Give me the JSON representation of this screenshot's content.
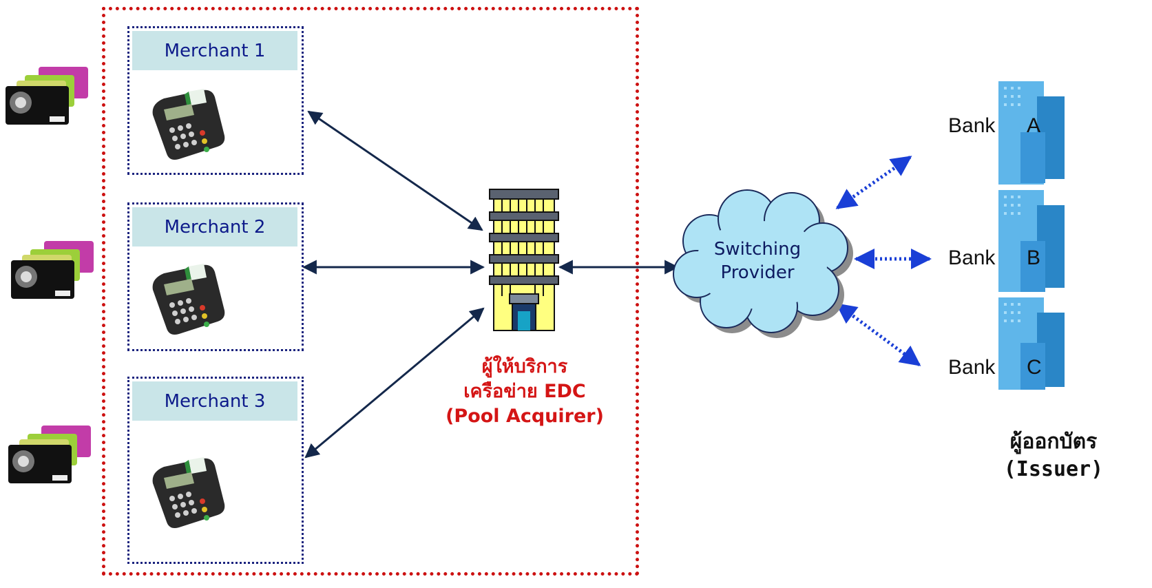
{
  "merchants": [
    {
      "label": "Merchant 1"
    },
    {
      "label": "Merchant 2"
    },
    {
      "label": "Merchant 3"
    }
  ],
  "acquirer": {
    "line1": "ผู้ให้บริการ",
    "line2": "เครือข่าย EDC",
    "line3": "(Pool Acquirer)"
  },
  "switching": {
    "line1": "Switching",
    "line2": "Provider"
  },
  "banks": [
    {
      "word": "Bank",
      "letter": "A"
    },
    {
      "word": "Bank",
      "letter": "B"
    },
    {
      "word": "Bank",
      "letter": "C"
    }
  ],
  "issuer": {
    "line1": "ผู้ออกบัตร",
    "line2": "(Issuer)"
  },
  "colors": {
    "outer_border": "#cc1111",
    "merchant_border": "#1a237e",
    "merchant_title_bg": "#c9e5e8",
    "acquirer_text": "#d41515",
    "solid_arrow": "#14284b",
    "dotted_arrow": "#1a3fd6",
    "cloud_fill": "#aee3f5"
  }
}
